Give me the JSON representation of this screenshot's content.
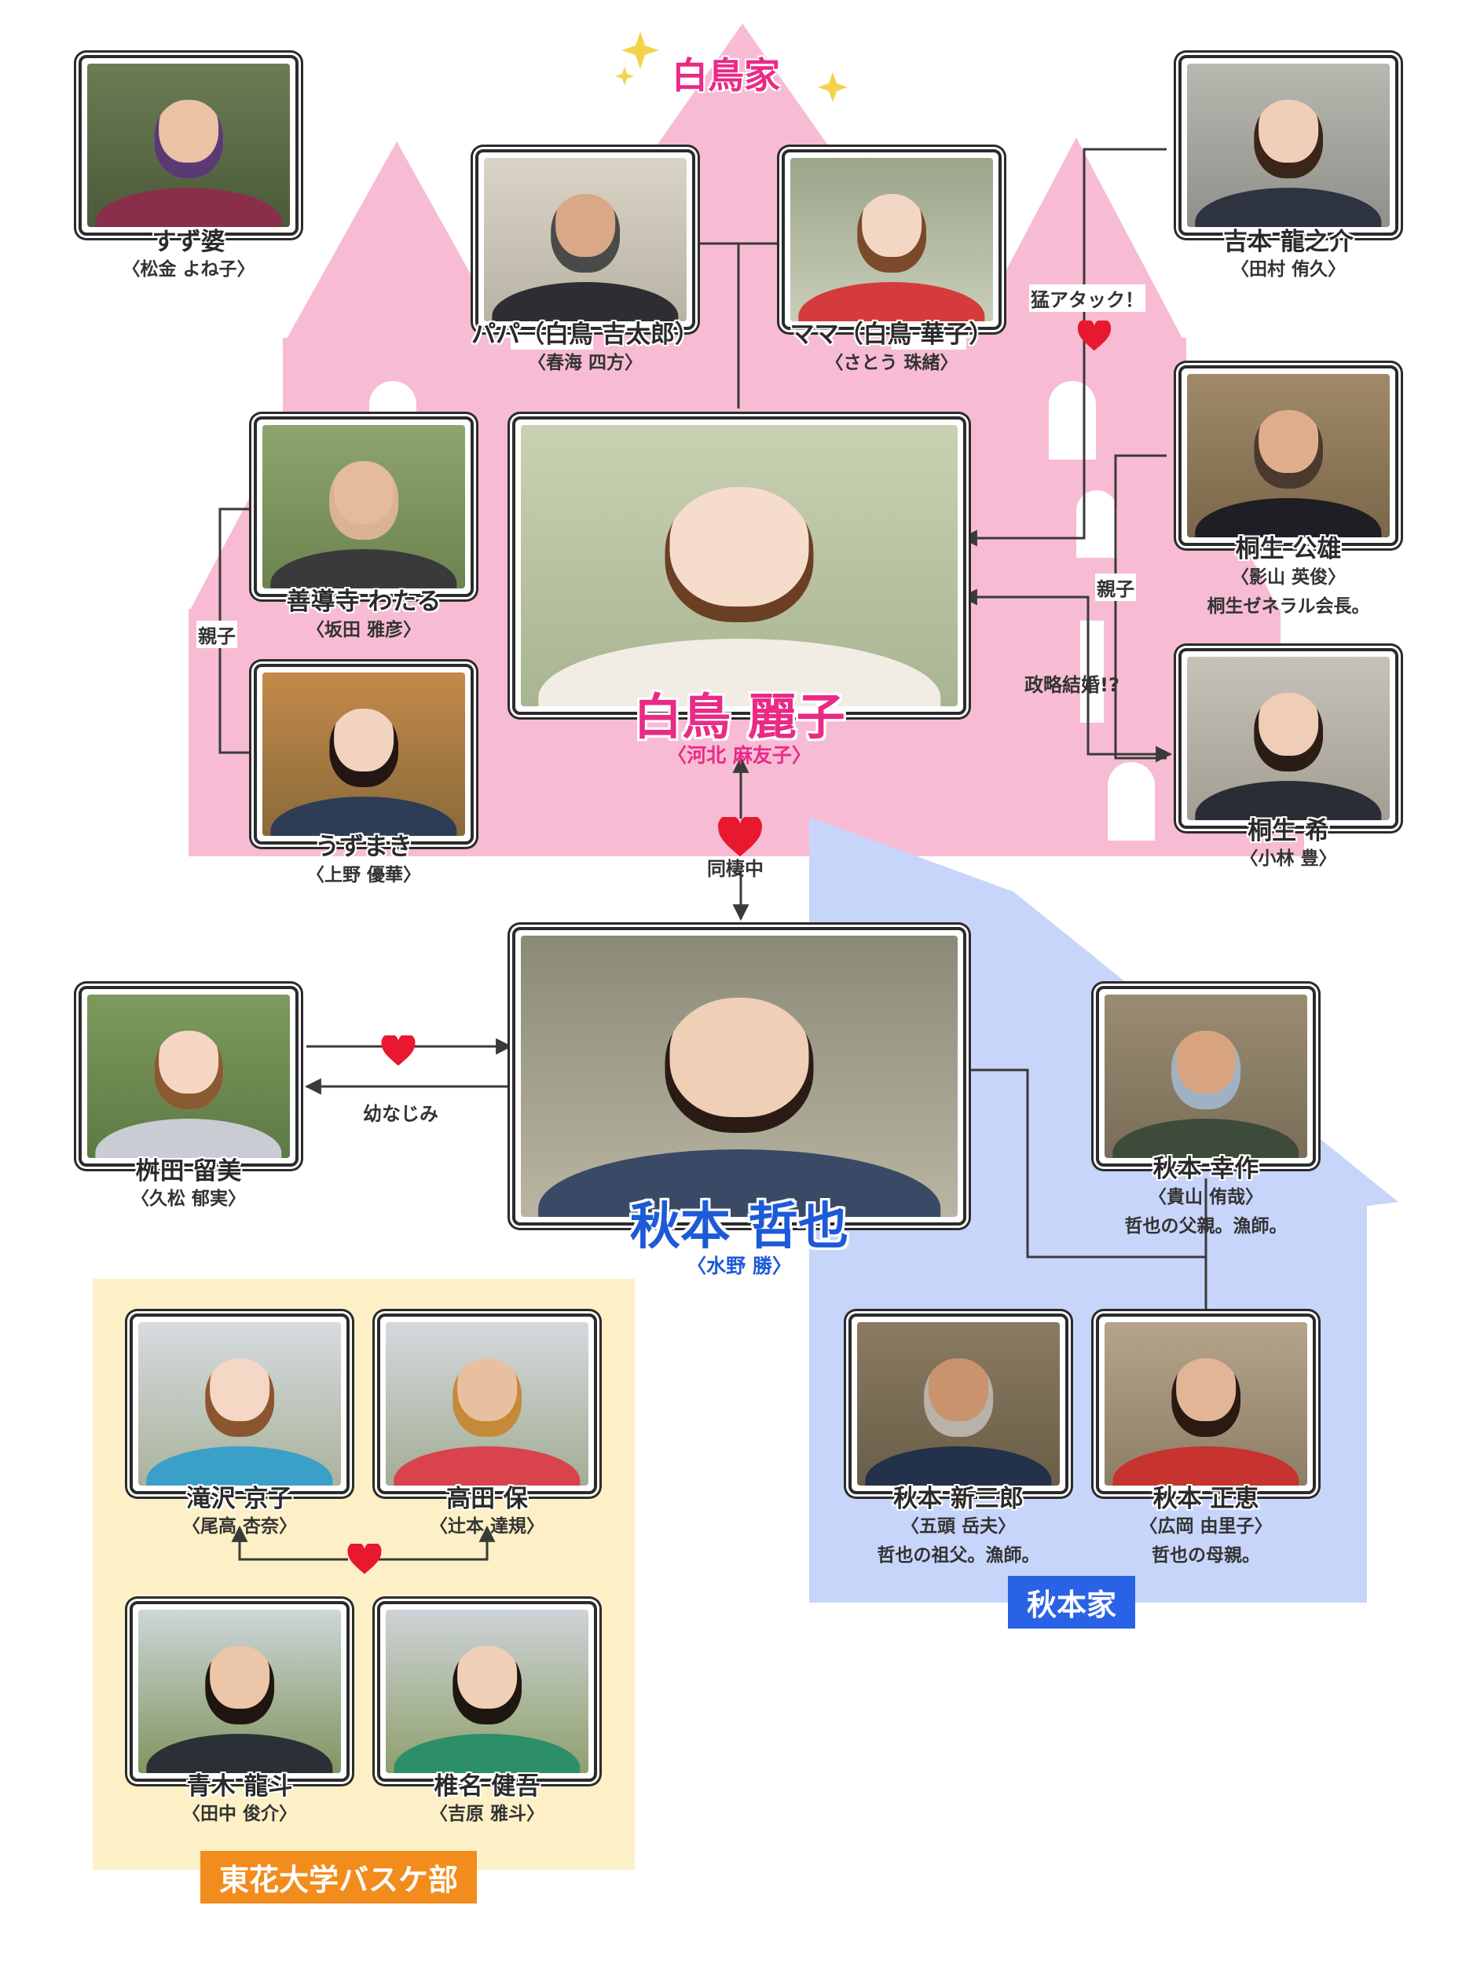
{
  "families": {
    "shiratori": {
      "name": "白鳥家",
      "color": "#f7bcd3"
    },
    "akimoto": {
      "name": "秋本家",
      "color": "#c8d5fb",
      "tag_color": "#2a62e6"
    },
    "basket": {
      "name": "東花大学バスケ部",
      "color": "#fdf0c6",
      "tag_color": "#f28c1c"
    }
  },
  "characters": {
    "suzu": {
      "name": "すず婆",
      "actor": "〈松金 よね子〉"
    },
    "papa": {
      "name": "パパ（白鳥 吉太郎）",
      "actor": "〈春海 四方〉"
    },
    "mama": {
      "name": "ママ（白鳥 華子）",
      "actor": "〈さとう 珠緒〉"
    },
    "yoshimoto": {
      "name": "吉本 龍之介",
      "actor": "〈田村 侑久〉"
    },
    "zendoji": {
      "name": "善導寺 わたる",
      "actor": "〈坂田 雅彦〉"
    },
    "reiko": {
      "name": "白鳥 麗子",
      "actor": "〈河北 麻友子〉"
    },
    "kiryu_kimio": {
      "name": "桐生 公雄",
      "actor": "〈影山 英俊〉",
      "note": "桐生ゼネラル会長。"
    },
    "uzumaki": {
      "name": "うずまき",
      "actor": "〈上野 優華〉"
    },
    "kiryu_nozomu": {
      "name": "桐生 希",
      "actor": "〈小林 豊〉"
    },
    "masuda": {
      "name": "桝田 留美",
      "actor": "〈久松 郁実〉"
    },
    "tetsuya": {
      "name": "秋本 哲也",
      "actor": "〈水野 勝〉"
    },
    "kosaku": {
      "name": "秋本 幸作",
      "actor": "〈貴山 侑哉〉",
      "note": "哲也の父親。漁師。"
    },
    "shinzaburo": {
      "name": "秋本 新三郎",
      "actor": "〈五頭 岳夫〉",
      "note": "哲也の祖父。漁師。"
    },
    "masae": {
      "name": "秋本 正恵",
      "actor": "〈広岡 由里子〉",
      "note": "哲也の母親。"
    },
    "takizawa": {
      "name": "滝沢 京子",
      "actor": "〈尾高 杏奈〉"
    },
    "takada": {
      "name": "高田 保",
      "actor": "〈辻本 達規〉"
    },
    "aoki": {
      "name": "青木 龍斗",
      "actor": "〈田中 俊介〉"
    },
    "shiina": {
      "name": "椎名 健吾",
      "actor": "〈吉原 雅斗〉"
    }
  },
  "relations": {
    "yoshimoto_reiko": "猛アタック！",
    "kiryu_parent_child": "親子",
    "zendoji_parent_child": "親子",
    "political_marriage": "政略結婚!?",
    "cohabitation": "同棲中",
    "childhood_friend": "幼なじみ"
  },
  "colors": {
    "heart": "#e8182e",
    "line": "#3a3a3a",
    "reiko_name": "#ea2a86",
    "tetsuya_name": "#1d5ad8"
  }
}
